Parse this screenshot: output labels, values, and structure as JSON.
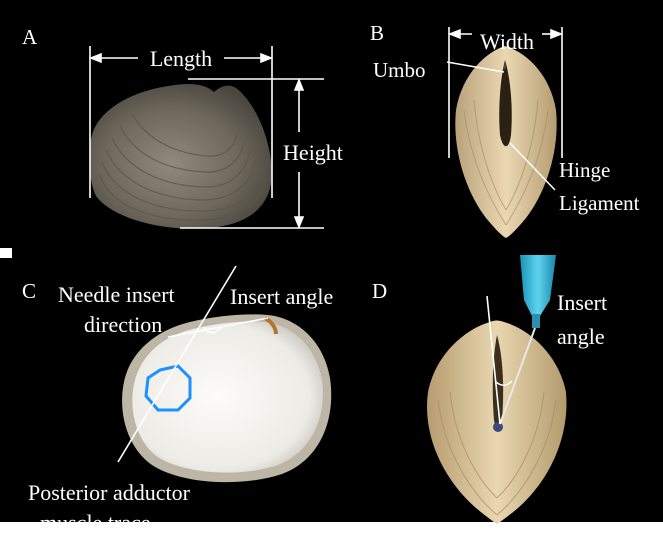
{
  "panels": {
    "a": {
      "letter": "A",
      "length_label": "Length",
      "height_label": "Height"
    },
    "b": {
      "letter": "B",
      "width_label": "Width",
      "umbo_label": "Umbo",
      "hinge_label_1": "Hinge",
      "hinge_label_2": "Ligament"
    },
    "c": {
      "letter": "C",
      "needle_label_1": "Needle insert",
      "needle_label_2": "direction",
      "angle_label": "Insert angle",
      "muscle_label_1": "Posterior adductor",
      "muscle_label_2": "muscle trace"
    },
    "d": {
      "letter": "D",
      "angle_label_1": "Insert",
      "angle_label_2": "angle"
    }
  },
  "colors": {
    "background": "#000000",
    "label_text": "#ffffff",
    "muscle_outline": "#1e90ff",
    "needle_hub": "#33bbdd"
  }
}
